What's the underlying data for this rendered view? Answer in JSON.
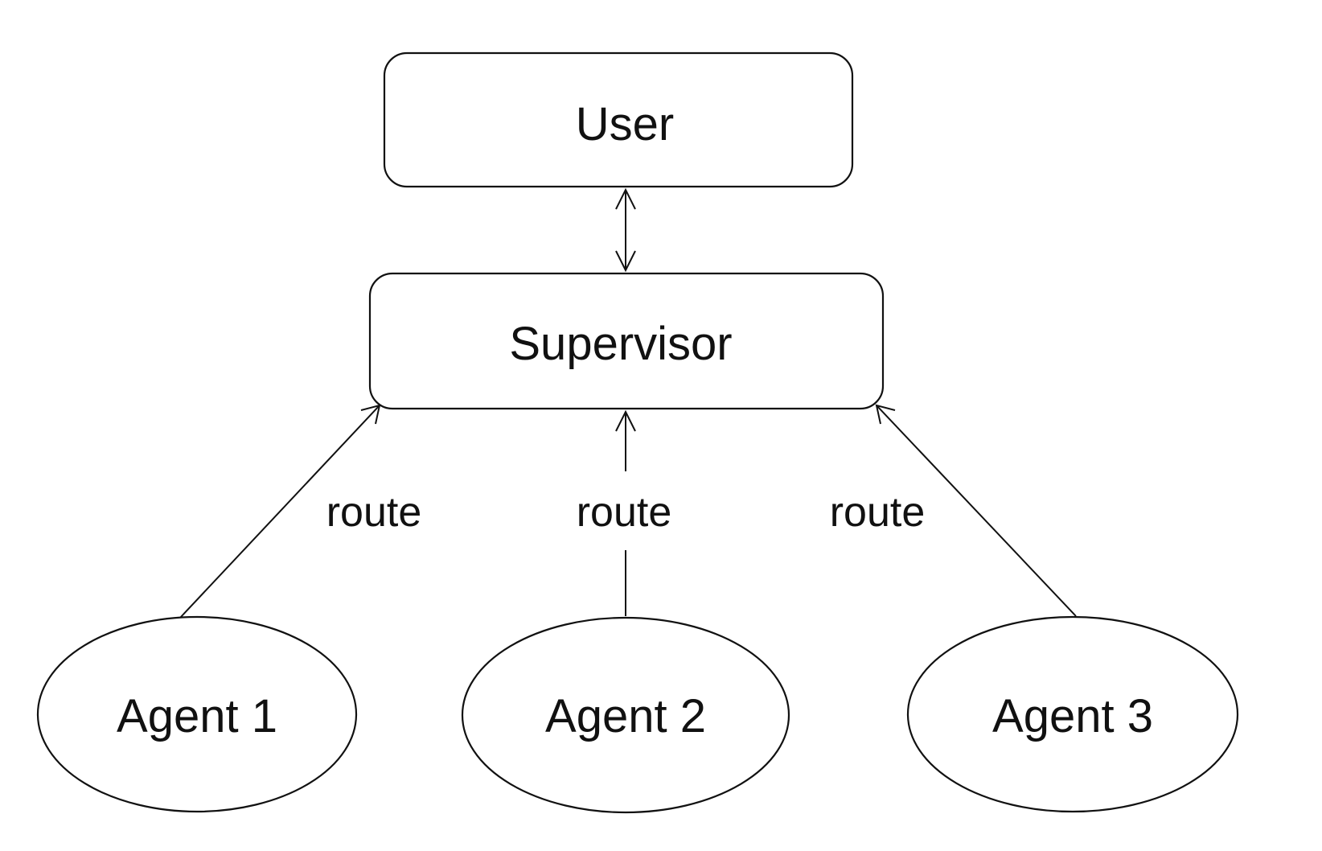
{
  "nodes": {
    "user": "User",
    "supervisor": "Supervisor",
    "agent_1": "Agent 1",
    "agent_2": "Agent 2",
    "agent_3": "Agent 3"
  },
  "edges": {
    "user_supervisor": "",
    "agent_1_route": "route",
    "agent_2_route": "route",
    "agent_3_route": "route"
  },
  "colors": {
    "stroke": "#111111",
    "background": "#ffffff"
  }
}
